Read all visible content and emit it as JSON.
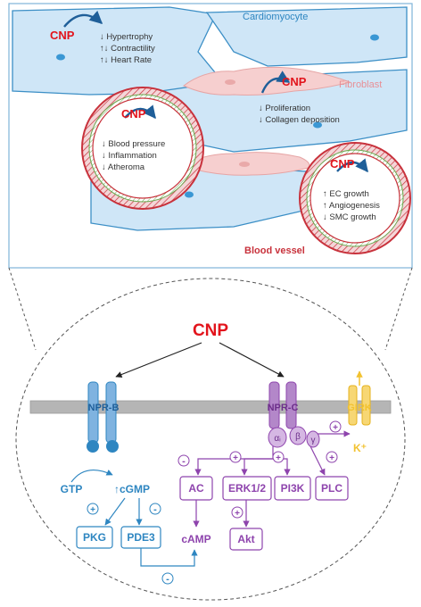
{
  "colors": {
    "cardiomyocyte_fill": "#cfe6f7",
    "cardiomyocyte_stroke": "#3c8fc6",
    "fibroblast_fill": "#f6cfcf",
    "vessel_red": "#c8323c",
    "cnp_red": "#e2141c",
    "npr_b_blue": "#2e86c1",
    "npr_c_purple": "#8e44ad",
    "girk_yellow": "#f2c230",
    "membrane_gray": "#b5b5b5",
    "arrow_blue": "#1f5f99"
  },
  "tissue": {
    "cardiomyocyte_label": "Cardiomyocyte",
    "fibroblast_label": "Fibroblast",
    "blood_vessel_label": "Blood vessel",
    "cardio_effects": {
      "cnp": "CNP",
      "lines": [
        "↓ Hypertrophy",
        "↑↓ Contractility",
        "↑↓ Heart Rate"
      ]
    },
    "fibro_effects": {
      "cnp": "CNP",
      "lines": [
        "↓ Proliferation",
        "↓ Collagen deposition"
      ]
    },
    "vessel_left_effects": {
      "cnp": "CNP",
      "lines": [
        "↓ Blood pressure",
        "↓ Inflammation",
        "↓ Atheroma"
      ]
    },
    "vessel_right_effects": {
      "cnp": "CNP",
      "lines": [
        "↑ EC growth",
        "↑ Angiogenesis",
        "↓ SMC growth"
      ]
    }
  },
  "signaling": {
    "cnp_label": "CNP",
    "npr_b_label": "NPR-B",
    "npr_c_label": "NPR-C",
    "girk_label": "GIRK",
    "k_ion_label": "K⁺",
    "alpha_label": "αᵢ",
    "beta_label": "β",
    "gamma_label": "γ",
    "gtp_label": "GTP",
    "cgmp_label": "↑cGMP",
    "pkg_label": "PKG",
    "pde3_label": "PDE3",
    "ac_label": "AC",
    "camp_label": "cAMP",
    "erk_label": "ERK1/2",
    "pi3k_label": "PI3K",
    "plc_label": "PLC",
    "akt_label": "Akt",
    "plus": "+",
    "minus": "-"
  }
}
